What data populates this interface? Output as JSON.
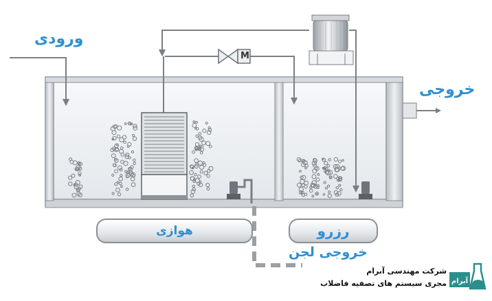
{
  "labels": {
    "inlet": "ورودی",
    "outlet": "خروجی",
    "sludge_outlet": "خروجی لجن",
    "aeration_zone": "هوازی",
    "sedimentation_zone": "رزرو"
  },
  "company": {
    "name": "شرکت مهندسی آبرام",
    "tagline": "مجری سیستم های تصفیه فاضلاب"
  },
  "logo": {
    "icon": "abram-logo-icon",
    "text": "آبرام"
  },
  "pump_label": "M",
  "colors": {
    "label_blue": "#2f8fd0",
    "tank_wall": "#c5cacf",
    "water": "#e9edf1",
    "pipe": "#7b7f83"
  }
}
